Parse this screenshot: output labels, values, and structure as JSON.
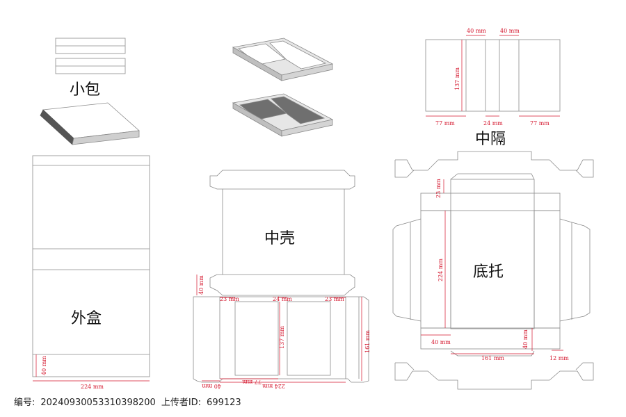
{
  "labels": {
    "small_pack": "小包",
    "outer_box": "外盒",
    "middle_shell": "中壳",
    "divider": "中隔",
    "base_tray": "底托"
  },
  "dims": {
    "d40a": "40 mm",
    "d40b": "40 mm",
    "d137_div": "137 mm",
    "d77a": "77 mm",
    "d24_div": "24 mm",
    "d77b": "77 mm",
    "d40_outer": "40 mm",
    "d224_outer": "224 mm",
    "d40_shell": "40 mm",
    "d23a": "23 mm",
    "d24_shell": "24 mm",
    "d23b": "23 mm",
    "d137_shell": "137 mm",
    "d161_shell": "161 mm",
    "d40_shell_bottom": "40 mm",
    "d77_shell": "77 mm",
    "d224_shell": "224 mm",
    "d23_tray": "23 mm",
    "d224_tray": "224 mm",
    "d40_tray_left": "40 mm",
    "d40_tray_right": "40 mm",
    "d161_tray": "161 mm",
    "d12_tray": "12 mm"
  },
  "footer": {
    "id_label": "编号:",
    "id_value": "20240930053310398200",
    "uploader_label": "上传者ID:",
    "uploader_value": "699123"
  }
}
